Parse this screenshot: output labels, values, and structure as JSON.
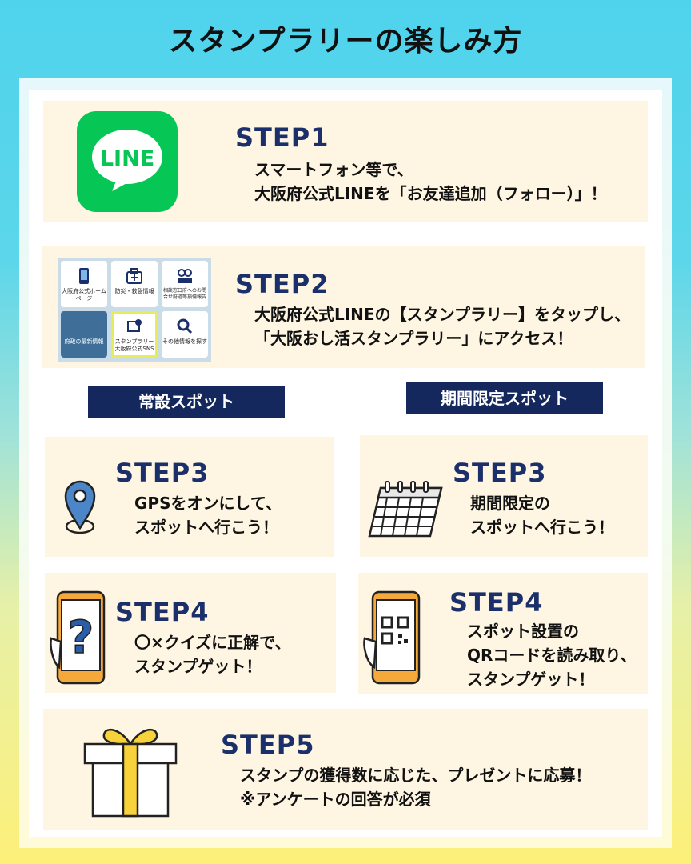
{
  "title": "スタンプラリーの楽しみ方",
  "step1": {
    "label": "STEP1",
    "line1": "スマートフォン等で、",
    "line2": "大阪府公式LINEを「お友達追加（フォロー）」！",
    "logo_text": "LINE"
  },
  "step2": {
    "label": "STEP2",
    "line1": "大阪府公式LINEの【スタンプラリー】をタップし、",
    "line2": "「大阪おし活スタンプラリー」にアクセス！",
    "menu": [
      "大阪府公式ホームページ",
      "防災・救急情報",
      "相談窓口府へのお問合せ府道等損傷報告",
      "府政の最新情報",
      "スタンプラリー大阪府公式SNS",
      "その他情報を探す"
    ]
  },
  "banners": {
    "left": "常設スポット",
    "right": "期間限定スポット"
  },
  "step3_left": {
    "label": "STEP3",
    "line1": "GPSをオンにして、",
    "line2": "スポットへ行こう！"
  },
  "step3_right": {
    "label": "STEP3",
    "line1": "期間限定の",
    "line2": "スポットへ行こう！"
  },
  "step4_left": {
    "label": "STEP4",
    "line1": "〇×クイズに正解で、",
    "line2": "スタンプゲット！"
  },
  "step4_right": {
    "label": "STEP4",
    "line1": "スポット設置の",
    "line2": "QRコードを読み取り、",
    "line3": "スタンプゲット！"
  },
  "step5": {
    "label": "STEP5",
    "line1": "スタンプの獲得数に応じた、プレゼントに応募！",
    "line2": "※アンケートの回答が必須"
  },
  "colors": {
    "navy": "#14285e",
    "step_text": "#1b2f6b",
    "card": "#fef6e2",
    "line_green": "#06c755",
    "phone_orange": "#f5a93b",
    "gift_yellow": "#f7d23a"
  }
}
